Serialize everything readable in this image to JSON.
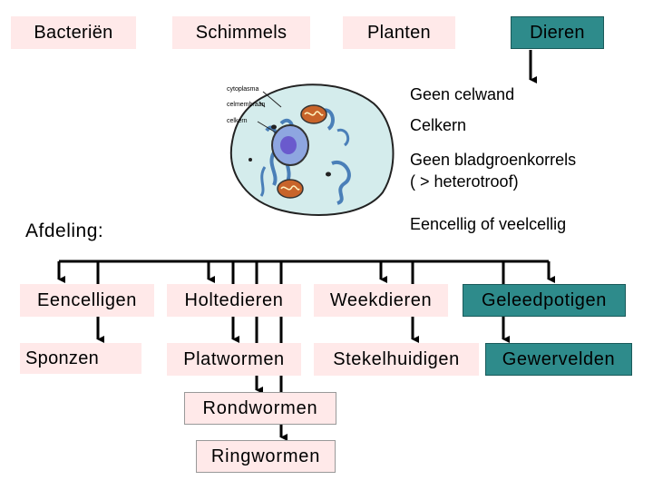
{
  "kingdoms": [
    "Bacteriën",
    "Schimmels",
    "Planten",
    "Dieren"
  ],
  "features": [
    "Geen celwand",
    "Celkern",
    "Geen bladgroenkorrels",
    "( > heterotroof)",
    "Eencellig of veelcellig"
  ],
  "cell_labels": [
    "cytoplasma",
    "celmembraan",
    "celkern"
  ],
  "afdeling_label": "Afdeling:",
  "phyla_row1": [
    "Eencelligen",
    "Holtedieren",
    "Weekdieren",
    "Geleedpotigen"
  ],
  "phyla_row2": [
    "Sponzen",
    "Platwormen",
    "Stekelhuidigen",
    "Gewervelden"
  ],
  "phyla_extra": [
    "Rondwormen",
    "Ringwormen"
  ],
  "colors": {
    "pink_box": "#ffe9e9",
    "teal_box": "#2e8b8b",
    "cell_fill": "#d4ecec",
    "nucleus": "#6a5acd",
    "mitochondria": "#c8642a",
    "er": "#4a7fb8"
  }
}
